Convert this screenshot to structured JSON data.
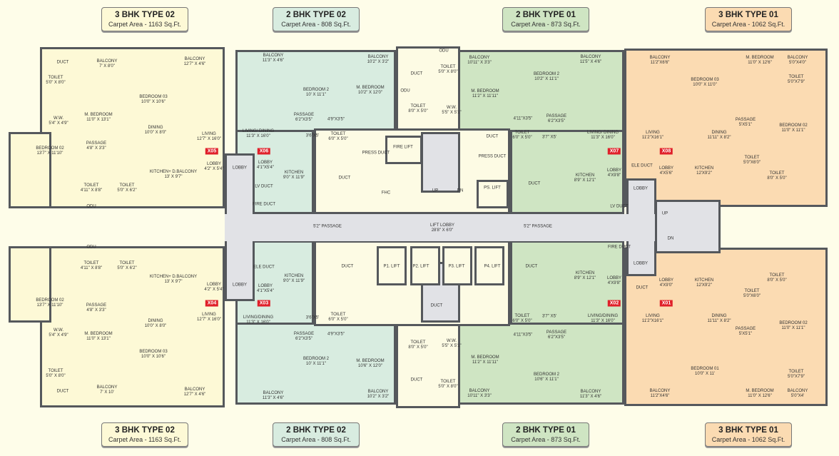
{
  "colors": {
    "x3bhk02": "#fdf9d6",
    "x2bhk02": "#d8ece0",
    "x2bhk01": "#cfe5c3",
    "x3bhk01": "#fbdbb2",
    "core": "#fdfbe4",
    "corridor": "#e1e2e6",
    "wall": "#55585c",
    "badge": "#e0202a"
  },
  "headers": [
    {
      "title": "3 BHK TYPE 02",
      "area": "Carpet Area - 1163 Sq.Ft."
    },
    {
      "title": "2 BHK TYPE 02",
      "area": "Carpet Area - 808 Sq.Ft."
    },
    {
      "title": "2 BHK TYPE 01",
      "area": "Carpet Area - 873 Sq.Ft."
    },
    {
      "title": "3 BHK TYPE 01",
      "area": "Carpet Area - 1062 Sq.Ft."
    }
  ],
  "footers": [
    {
      "title": "3 BHK TYPE 02",
      "area": "Carpet Area - 1163 Sq.Ft."
    },
    {
      "title": "2 BHK TYPE 02",
      "area": "Carpet Area - 808 Sq.Ft."
    },
    {
      "title": "2 BHK TYPE 01",
      "area": "Carpet Area - 873 Sq.Ft."
    },
    {
      "title": "3 BHK TYPE 01",
      "area": "Carpet Area - 1062 Sq.Ft."
    }
  ],
  "units": [
    {
      "code": "X05",
      "rooms": [
        [
          "DUCT",
          ""
        ],
        [
          "BALCONY",
          "7' X 8'0\""
        ],
        [
          "TOILET",
          "5'0\" X 8'0\""
        ],
        [
          "BEDROOM 03",
          "10'0\" X 10'6\""
        ],
        [
          "M. BEDROOM",
          "11'0\" X 13'1\""
        ],
        [
          "W.W.",
          "5'4\" X 4'9\""
        ],
        [
          "DINING",
          "10'0\" X 8'0\""
        ],
        [
          "LIVING",
          "12'7\" X 16'0\""
        ],
        [
          "BALCONY",
          "12'7\" X 4'6\""
        ],
        [
          "PASSAGE",
          "4'8\" X 3'3\""
        ],
        [
          "BEDROOM 02",
          "13'7\" X 11'10\""
        ],
        [
          "KITCHEN+ D.BALCONY",
          "13' X 9'7\""
        ],
        [
          "LOBBY",
          "4'2\" X 5'4\""
        ],
        [
          "TOILET",
          "4'11\" X 8'8\""
        ],
        [
          "TOILET",
          "5'0\" X 6'2\""
        ],
        [
          "ODU",
          ""
        ]
      ]
    },
    {
      "code": "X06",
      "rooms": [
        [
          "BALCONY",
          "11'3\" X 4'6\""
        ],
        [
          "BEDROOM 2",
          "10' X 11'1\""
        ],
        [
          "M. BEDROOM",
          "10'2\" X 12'0\""
        ],
        [
          "BALCONY",
          "10'2\" X 3'2\""
        ],
        [
          "TOILET",
          "8'0\" X 5'0\""
        ],
        [
          "PASSAGE",
          "6'2\"X3'5\""
        ],
        [
          "4'9\"X3'5\"",
          ""
        ],
        [
          "LIVING/ DINING",
          "11'3\" X 16'0\""
        ],
        [
          "3'6\"X5'",
          ""
        ],
        [
          "TOILET",
          "6'0\" X 5'0\""
        ],
        [
          "LOBBY",
          "4'1\"X5'4\""
        ],
        [
          "KITCHEN",
          "9'0\" X 11'9\""
        ],
        [
          "LV DUCT",
          ""
        ],
        [
          "FIRE DUCT",
          ""
        ]
      ]
    },
    {
      "code": "X07",
      "rooms": [
        [
          "TOILET",
          "5'0\" X 8'0\""
        ],
        [
          "BALCONY",
          "10'11\" X 3'3\""
        ],
        [
          "M. BEDROOM",
          "11'2\" X 11'11\""
        ],
        [
          "BEDROOM 2",
          "10'2\" X 11'1\""
        ],
        [
          "BALCONY",
          "11'5\" X 4'6\""
        ],
        [
          "W.W.",
          "5'5\" X 5'1\""
        ],
        [
          "4'11\"X3'5\"",
          ""
        ],
        [
          "PASSAGE",
          "6'2\"X3'5\""
        ],
        [
          "LIVING/ DINING",
          "11'3\" X 16'0\""
        ],
        [
          "TOILET",
          "6'0\" X 5'0\""
        ],
        [
          "3'7\" X5'",
          ""
        ],
        [
          "KITCHEN",
          "8'9\" X 12'1\""
        ],
        [
          "LOBBY",
          "4'X9'8\""
        ],
        [
          "LV DUCT",
          ""
        ]
      ]
    },
    {
      "code": "X08",
      "rooms": [
        [
          "BALCONY",
          "11'2\"X6'6\""
        ],
        [
          "BEDROOM 03",
          "10'0\" X 11'0\""
        ],
        [
          "M. BEDROOM",
          "11'0\" X 12'6\""
        ],
        [
          "BALCONY",
          "5'0\"X4'0\""
        ],
        [
          "TOILET",
          "5'0\"X7'9\""
        ],
        [
          "LIVING",
          "11'2\"X16'1\""
        ],
        [
          "DINING",
          "11'11\" X 8'2\""
        ],
        [
          "PASSAGE",
          "5'X5'1\""
        ],
        [
          "BEDROOM 02",
          "11'0\" X 11'1\""
        ],
        [
          "ELE DUCT",
          ""
        ],
        [
          "LOBBY",
          "4'X5'6\""
        ],
        [
          "KITCHEN",
          "12'X9'2\""
        ],
        [
          "TOILET",
          "5'0\"X6'0\""
        ],
        [
          "TOILET",
          "8'0\" X 5'0\""
        ]
      ]
    },
    {
      "code": "X04",
      "rooms": [
        [
          "DUCT",
          ""
        ],
        [
          "BALCONY",
          "7' X 10'"
        ],
        [
          "TOILET",
          "5'0\" X 8'0\""
        ],
        [
          "BEDROOM 03",
          "10'0\" X 10'6\""
        ],
        [
          "M. BEDROOM",
          "11'0\" X 13'1\""
        ],
        [
          "W.W.",
          "5'4\" X 4'9\""
        ],
        [
          "DINING",
          "10'0\" X 8'0\""
        ],
        [
          "LIVING",
          "12'7\" X 16'0\""
        ],
        [
          "BALCONY",
          "12'7\" X 4'6\""
        ],
        [
          "PASSAGE",
          "4'8\" X 3'3\""
        ],
        [
          "BEDROOM 02",
          "13'7\" X 11'10\""
        ],
        [
          "KITCHEN+ D.BALCONY",
          "13' X 9'7\""
        ],
        [
          "LOBBY",
          "4'2\" X 5'4\""
        ],
        [
          "TOILET",
          "4'11\" X 8'8\""
        ],
        [
          "TOILET",
          "5'0\" X 6'2\""
        ],
        [
          "ODU",
          ""
        ]
      ]
    },
    {
      "code": "X03",
      "rooms": [
        [
          "BALCONY",
          "11'3\" X 4'6\""
        ],
        [
          "BEDROOM 2",
          "10' X 11'1\""
        ],
        [
          "M. BEDROOM",
          "10'6\" X 12'0\""
        ],
        [
          "BALCONY",
          "10'2\" X 3'2\""
        ],
        [
          "TOILET",
          "8'0\" X 5'0\""
        ],
        [
          "PASSAGE",
          "6'2\"X3'5\""
        ],
        [
          "4'9\"X3'5\"",
          ""
        ],
        [
          "LIVING/DINING",
          "11'3\" X 16'0\""
        ],
        [
          "3'6\"X5'",
          ""
        ],
        [
          "TOILET",
          "6'0\" X 5'0\""
        ],
        [
          "LOBBY",
          "4'1\"X5'4\""
        ],
        [
          "KITCHEN",
          "9'0\" X 11'9\""
        ],
        [
          "ELE DUCT",
          ""
        ],
        [
          "",
          ""
        ]
      ]
    },
    {
      "code": "X02",
      "rooms": [
        [
          "TOILET",
          "5'0\" X 8'0\""
        ],
        [
          "BALCONY",
          "10'11\" X 3'3\""
        ],
        [
          "M. BEDROOM",
          "11'2\" X 11'11\""
        ],
        [
          "BEDROOM 2",
          "10'6\" X 11'1\""
        ],
        [
          "BALCONY",
          "11'3\" X 4'6\""
        ],
        [
          "W.W.",
          "5'5\" X 5'1\""
        ],
        [
          "4'11\"X3'5\"",
          ""
        ],
        [
          "PASSAGE",
          "6'2\"X3'5\""
        ],
        [
          "LIVING/DINING",
          "11'3\" X 16'0\""
        ],
        [
          "TOILET",
          "6'0\" X 5'0\""
        ],
        [
          "3'7\" X5'",
          ""
        ],
        [
          "KITCHEN",
          "8'9\" X 12'1\""
        ],
        [
          "LOBBY",
          "4'X9'8\""
        ],
        [
          "FIRE DUCT",
          ""
        ]
      ]
    },
    {
      "code": "X01",
      "rooms": [
        [
          "BALCONY",
          "11'2\"X4'6\""
        ],
        [
          "BEDROOM 01",
          "10'0\" X 11'"
        ],
        [
          "M. BEDROOM",
          "11'0\" X 12'6\""
        ],
        [
          "BALCONY",
          "5'0\"X4'"
        ],
        [
          "TOILET",
          "5'0\"X7'9\""
        ],
        [
          "LIVING",
          "11'2\"X16'1\""
        ],
        [
          "DINING",
          "11'11\" X 8'2\""
        ],
        [
          "PASSAGE",
          "5'X5'1\""
        ],
        [
          "BEDROOM 02",
          "11'0\" X 11'1\""
        ],
        [
          "DUCT",
          ""
        ],
        [
          "LOBBY",
          "4'X9'0\""
        ],
        [
          "KITCHEN",
          "12'X9'2\""
        ],
        [
          "TOILET",
          "5'0\"X6'0\""
        ],
        [
          "TOILET",
          "8'0\" X 5'0\""
        ]
      ]
    }
  ],
  "core": [
    [
      "FIRE LIFT",
      ""
    ],
    [
      "PRESS DUCT",
      ""
    ],
    [
      "FHC",
      ""
    ],
    [
      "DUCT",
      ""
    ],
    [
      "DUCT",
      ""
    ],
    [
      "PRESS DUCT",
      ""
    ],
    [
      "PS. LIFT",
      ""
    ],
    [
      "DUCT",
      ""
    ],
    [
      "UP",
      ""
    ],
    [
      "DN",
      ""
    ],
    [
      "5'2\" PASSAGE",
      ""
    ],
    [
      "LIFT LOBBY",
      "28'8\" X 6'0\""
    ],
    [
      "5'2\" PASSAGE",
      ""
    ],
    [
      "LOBBY",
      ""
    ],
    [
      "LOBBY",
      ""
    ],
    [
      "LOBBY",
      ""
    ],
    [
      "LOBBY",
      ""
    ],
    [
      "UP",
      ""
    ],
    [
      "DN",
      ""
    ],
    [
      "P1. LIFT",
      ""
    ],
    [
      "P2. LIFT",
      ""
    ],
    [
      "P3. LIFT",
      ""
    ],
    [
      "P4. LIFT",
      ""
    ],
    [
      "DUCT",
      ""
    ],
    [
      "DUCT",
      ""
    ],
    [
      "DUCT",
      ""
    ],
    [
      "DUCT",
      ""
    ],
    [
      "DUCT",
      ""
    ],
    [
      "ODU",
      ""
    ],
    [
      "ODU",
      ""
    ]
  ]
}
